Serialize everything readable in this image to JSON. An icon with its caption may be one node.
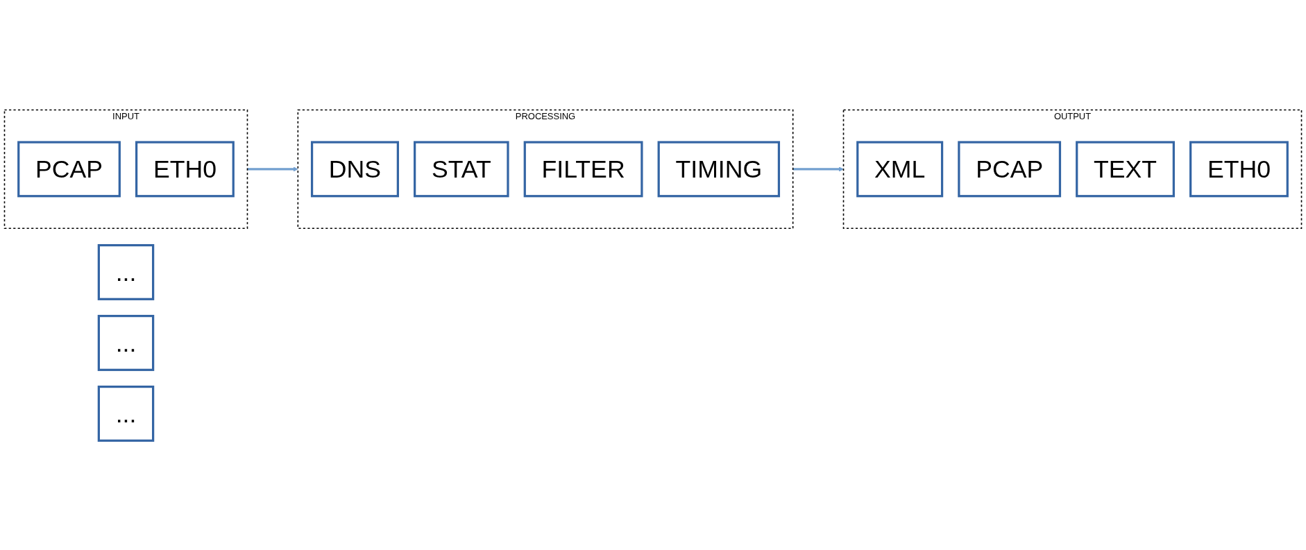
{
  "diagram": {
    "nodes": [
      {
        "text": [
          "INPUT"
        ]
      },
      {
        "text": [
          "PCAP"
        ],
        "in": 0
      },
      {
        "text": [
          "ETH0"
        ],
        "in": 0
      },
      {
        "text": [
          "..."
        ]
      },
      {
        "text": [
          "PROCESSING"
        ]
      },
      {
        "text": [
          "DNS"
        ],
        "in": 4
      },
      {
        "text": [
          "STAT"
        ],
        "in": 4
      },
      {
        "text": [
          "FILTER"
        ],
        "in": 4
      },
      {
        "text": [
          "TIMING"
        ],
        "in": 4
      },
      {
        "text": [
          "..."
        ]
      },
      {
        "text": [
          "OUTPUT"
        ]
      },
      {
        "text": [
          "XML"
        ],
        "in": 10
      },
      {
        "text": [
          "PCAP"
        ],
        "in": 10
      },
      {
        "text": [
          "TEXT"
        ],
        "in": 10
      },
      {
        "text": [
          "ETH0"
        ],
        "in": 10
      },
      {
        "text": [
          "..."
        ]
      }
    ],
    "edges": [
      {
        "from": 0,
        "to": 4,
        "arrow": "to"
      },
      {
        "from": 4,
        "to": 10,
        "arrow": "to"
      }
    ]
  }
}
